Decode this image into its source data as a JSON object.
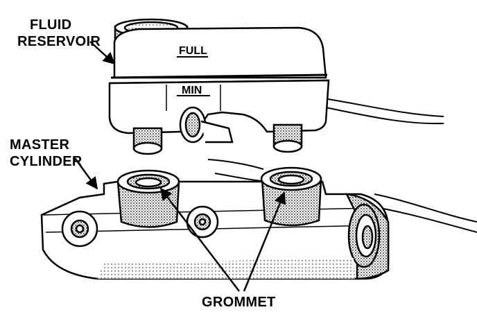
{
  "labels": {
    "fluid_reservoir": [
      "FLUID",
      "RESERVOIR"
    ],
    "master_cylinder": [
      "MASTER",
      "CYLINDER"
    ],
    "grommet": "GROMMET"
  },
  "reservoir_markings": {
    "full": "FULL",
    "min": "MIN"
  },
  "colors": {
    "ink": "#000000",
    "paper": "#ffffff",
    "shade": "#bdbdbd"
  }
}
